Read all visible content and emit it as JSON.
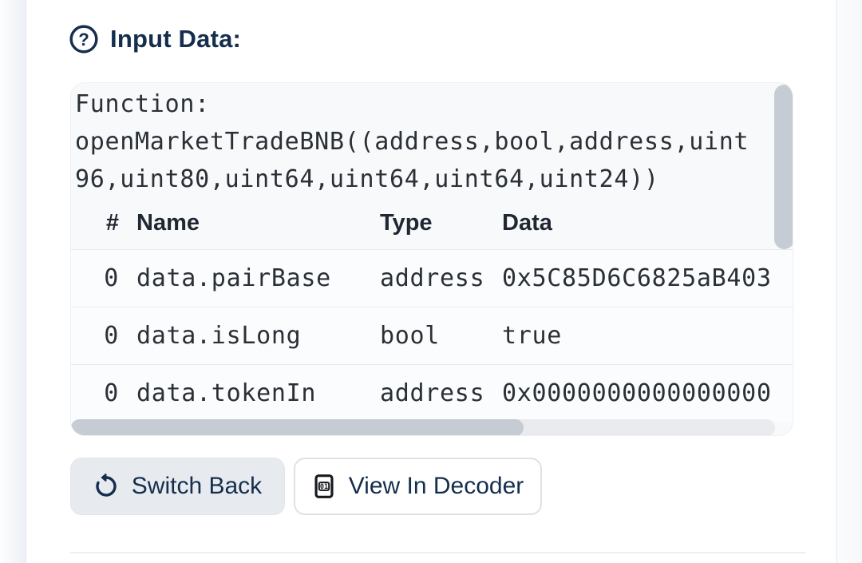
{
  "colors": {
    "navy": "#152e4d",
    "link": "#2b84b3",
    "code-text": "#2b3037",
    "box-bg": "#f8f9fa",
    "button-gray-bg": "#e7eaee"
  },
  "header": {
    "title": "Input Data:",
    "help_icon": "question-circle-icon"
  },
  "input_box": {
    "function_text": "Function: openMarketTradeBNB((address,bool,address,uint96,uint80,uint64,uint64,uint64,uint24))",
    "table": {
      "headers": {
        "index": "#",
        "name": "Name",
        "type": "Type",
        "data": "Data"
      },
      "rows": [
        {
          "index": "0",
          "name": "data.pairBase",
          "type": "address",
          "data": "0x5C85D6C6825aB403",
          "link": true
        },
        {
          "index": "0",
          "name": "data.isLong",
          "type": "bool",
          "data": "true",
          "link": false
        },
        {
          "index": "0",
          "name": "data.tokenIn",
          "type": "address",
          "data": "0x0000000000000000",
          "link": true
        }
      ]
    }
  },
  "actions": {
    "switch_back": {
      "label": "Switch Back",
      "icon": "arrow-counterclockwise-icon"
    },
    "view_in_decoder": {
      "label": "View In Decoder",
      "icon": "file-binary-icon"
    }
  }
}
